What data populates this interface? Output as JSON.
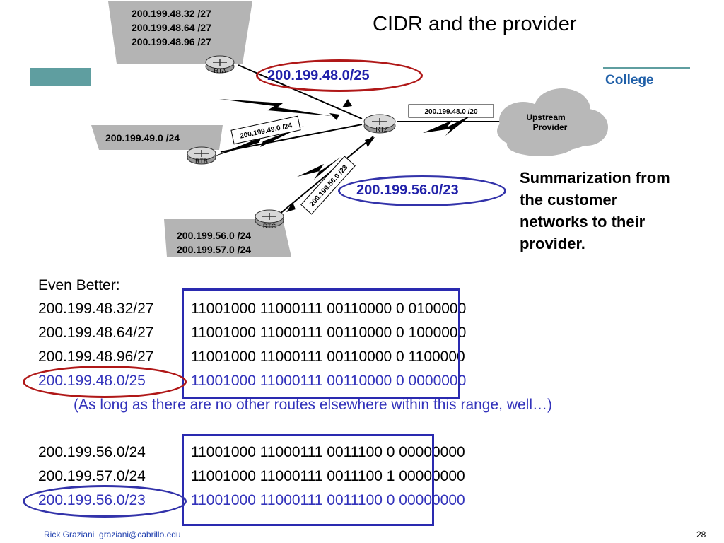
{
  "slide": {
    "title": "CIDR and the provider",
    "college": "College",
    "page_number": "28"
  },
  "diagram": {
    "rta_networks": [
      "200.199.48.32 /27",
      "200.199.48.64 /27",
      "200.199.48.96 /27"
    ],
    "rtb_network": "200.199.49.0 /24",
    "rtc_networks": [
      "200.199.56.0 /24",
      "200.199.57.0 /24"
    ],
    "routers": {
      "rta": "RTA",
      "rtb": "RTB",
      "rtc": "RTC",
      "rtz": "RTZ"
    },
    "link_labels": {
      "rtb_rtz": "200.199.49.0 /24",
      "rtc_rtz": "200.199.56.0 /23",
      "rtz_upstream": "200.199.48.0 /20"
    },
    "cloud": [
      "Upstream",
      "Provider"
    ],
    "callout_red": "200.199.48.0/25",
    "callout_blue": "200.199.56.0/23"
  },
  "summary": [
    "Summarization from",
    "the customer",
    "networks to their",
    "provider."
  ],
  "even_better": "Even Better:",
  "rows1": [
    {
      "net": "200.199.48.32/27",
      "bits": "11001000 11000111 00110000 0 0100000"
    },
    {
      "net": "200.199.48.64/27",
      "bits": "11001000 11000111 00110000 0 1000000"
    },
    {
      "net": "200.199.48.96/27",
      "bits": "11001000 11000111 00110000 0 1100000"
    },
    {
      "net": "200.199.48.0/25",
      "bits": "11001000 11000111 00110000 0 0000000"
    }
  ],
  "note": "(As long as there are no other routes elsewhere within this range, well…)",
  "rows2": [
    {
      "net": "200.199.56.0/24",
      "bits": "11001000 11000111 0011100 0 00000000"
    },
    {
      "net": "200.199.57.0/24",
      "bits": "11001000 11000111 0011100 1 00000000"
    },
    {
      "net": "200.199.56.0/23",
      "bits": "11001000 11000111 0011100 0 00000000"
    }
  ],
  "footer": {
    "author": "Rick Graziani",
    "email": "graziani@cabrillo.edu"
  }
}
